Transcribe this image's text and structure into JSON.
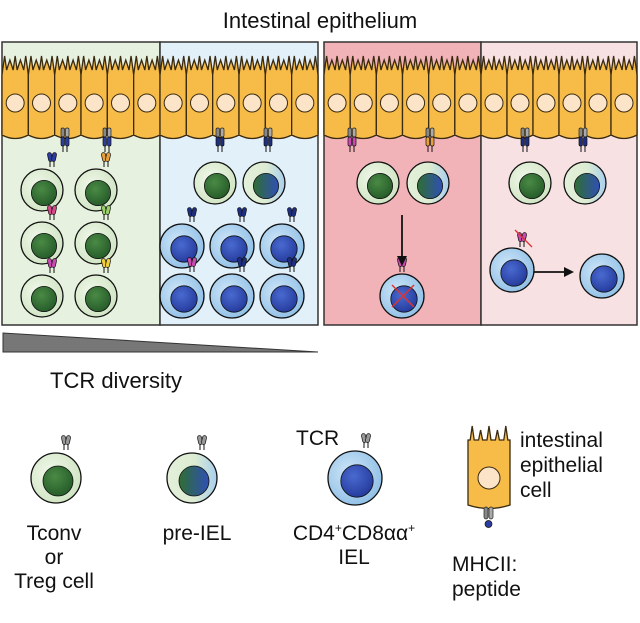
{
  "title": "Intestinal epithelium",
  "diversity_label": "TCR diversity",
  "legend": {
    "tconv_line1": "Tconv",
    "tconv_line2": "or",
    "tconv_line3": "Treg cell",
    "preiel": "pre-IEL",
    "tcr": "TCR",
    "cd4_a": "CD4",
    "cd4_sup1": "+",
    "cd4_b": "CD8αα",
    "cd4_sup2": "+",
    "iel": "IEL",
    "iec_line1": "intestinal",
    "iec_line2": "epithelial",
    "iec_line3": "cell",
    "mhc_line1": "MHCII:",
    "mhc_line2": "peptide"
  },
  "colors": {
    "panel_green": "#e7f1df",
    "panel_blue": "#e2f0fa",
    "panel_red": "#f2b3b8",
    "panel_pink": "#f8e1e3",
    "epithelium": "#f7bc48",
    "nucleus_pale": "#fbe4c8",
    "green_nucleus": "#2f6e32",
    "green_cell": "#dcecd2",
    "blue_cell": "#a9cfee",
    "blue_nucleus": "#2f4fb5",
    "tcr_navy": "#1f2f80"
  }
}
